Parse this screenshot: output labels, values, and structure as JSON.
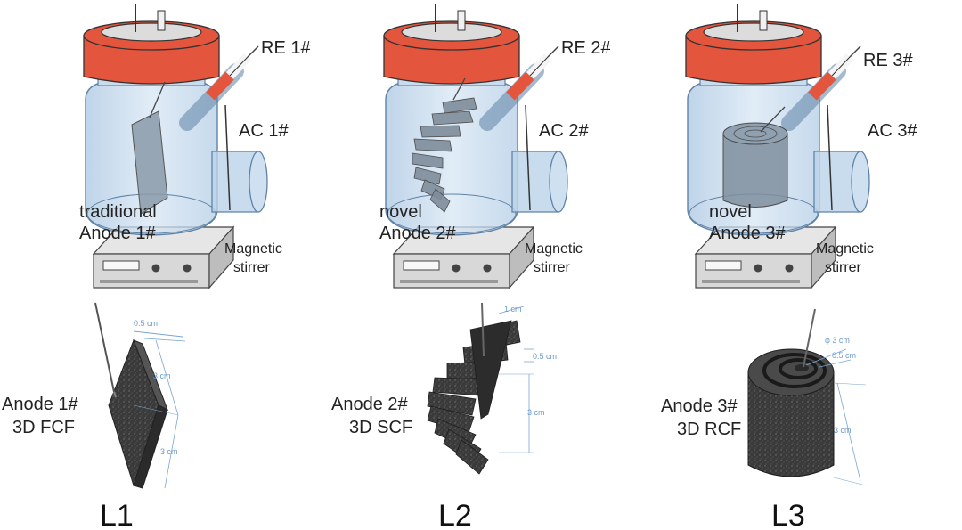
{
  "colors": {
    "vessel_fill": "#c9dcee",
    "vessel_stroke": "#6b8fb0",
    "cap_red": "#e4553d",
    "cap_top": "#d9d9d9",
    "stirrer": "#d6d6d6",
    "anode_dark": "#3f3f3f",
    "dimension_line": "#7aa6d4"
  },
  "cells": [
    {
      "re_label": "RE 1#",
      "ac_label": "AC 1#",
      "anode_line1": "traditional",
      "anode_line2": "Anode 1#",
      "stirrer_line1": "Magnetic",
      "stirrer_line2": "stirrer",
      "detail_line1": "Anode 1#",
      "detail_line2": "3D FCF",
      "dim_a": "0.5 cm",
      "dim_b": "3 cm",
      "dim_c": "3 cm",
      "caption": "L1"
    },
    {
      "re_label": "RE 2#",
      "ac_label": "AC 2#",
      "anode_line1": "novel",
      "anode_line2": "Anode 2#",
      "stirrer_line1": "Magnetic",
      "stirrer_line2": "stirrer",
      "detail_line1": "Anode 2#",
      "detail_line2": "3D SCF",
      "dim_a": "1 cm",
      "dim_b": "0.5 cm",
      "dim_c": "3 cm",
      "caption": "L2"
    },
    {
      "re_label": "RE 3#",
      "ac_label": "AC 3#",
      "anode_line1": "novel",
      "anode_line2": "Anode 3#",
      "stirrer_line1": "Magnetic",
      "stirrer_line2": "stirrer",
      "detail_line1": "Anode 3#",
      "detail_line2": "3D RCF",
      "dim_a": "φ 3 cm",
      "dim_b": "0.5 cm",
      "dim_c": "3 cm",
      "caption": "L3"
    }
  ]
}
